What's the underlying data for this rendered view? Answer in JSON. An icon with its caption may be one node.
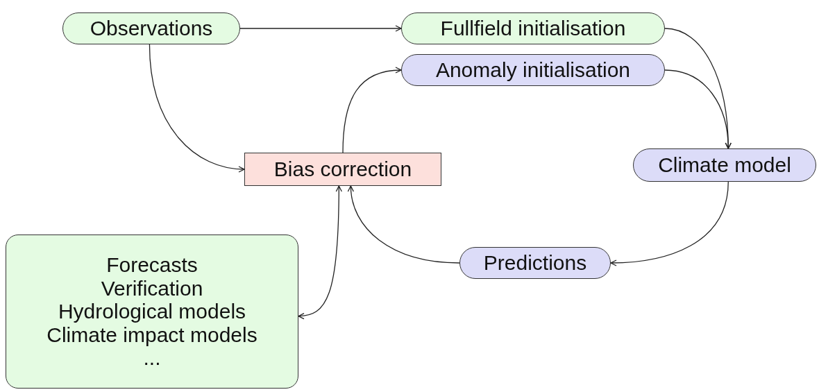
{
  "diagram": {
    "nodes": [
      {
        "text": [
          "Observations"
        ]
      },
      {
        "text": [
          "Fullfield initialisation"
        ]
      },
      {
        "text": [
          "Anomaly initialisation"
        ]
      },
      {
        "text": [
          "Bias correction"
        ]
      },
      {
        "text": [
          "Climate model"
        ]
      },
      {
        "text": [
          "Predictions"
        ]
      },
      {
        "text": [
          "Forecasts",
          "Verification",
          "Hydrological models",
          "Climate impact models",
          "..."
        ]
      }
    ],
    "edges": [
      {
        "from": 0,
        "to": 1,
        "arrow": "to"
      },
      {
        "from": 0,
        "to": 3,
        "arrow": "to"
      },
      {
        "from": 3,
        "to": 2,
        "arrow": "to"
      },
      {
        "from": 1,
        "to": 4,
        "arrow": "to"
      },
      {
        "from": 2,
        "to": 4,
        "arrow": "to"
      },
      {
        "from": 4,
        "to": 5,
        "arrow": "to"
      },
      {
        "from": 5,
        "to": 3,
        "arrow": "to"
      },
      {
        "from": 3,
        "to": 6,
        "arrow": "both"
      }
    ]
  }
}
